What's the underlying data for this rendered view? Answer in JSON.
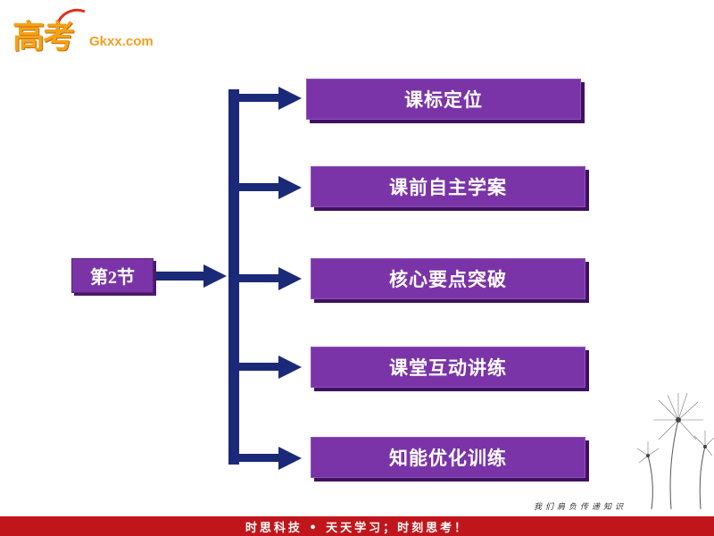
{
  "logo": {
    "cn_text": "高考",
    "en_text": "Gkxx.com"
  },
  "section": {
    "label": "第2节"
  },
  "menu": [
    {
      "label": "课标定位"
    },
    {
      "label": "课前自主学案"
    },
    {
      "label": "核心要点突破"
    },
    {
      "label": "课堂互动讲练"
    },
    {
      "label": "知能优化训练"
    }
  ],
  "footer": {
    "text": "时思科技 • 天天学习；时刻思考！",
    "slogan": "我们肩负传递知识"
  },
  "colors": {
    "button_purple": "#7a34a8",
    "arrow_navy": "#1a2a78",
    "footer_red": "#c0161b",
    "logo_orange": "#f2a21a"
  },
  "icons": [
    "dandelion-icon",
    "arrow-icon"
  ]
}
